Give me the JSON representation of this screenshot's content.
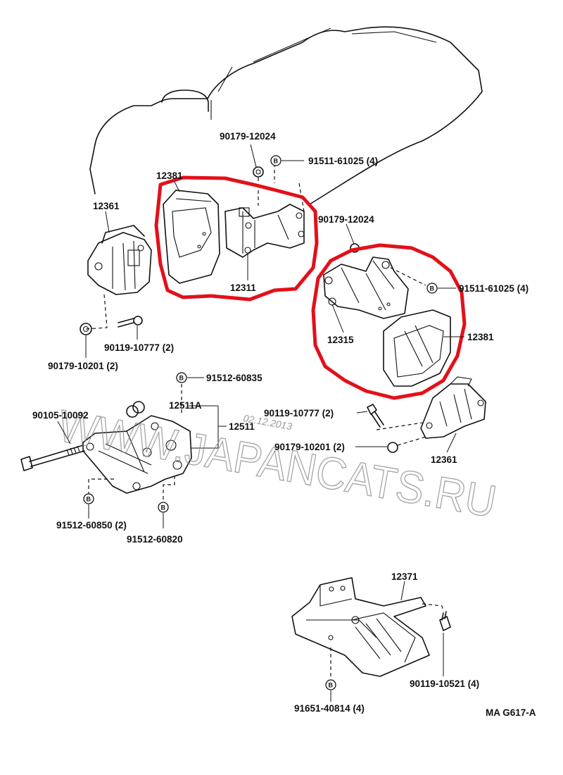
{
  "diagram": {
    "labels": {
      "p12381_top": "12381",
      "p12361_left": "12361",
      "p90179_12024_a": "90179-12024",
      "p91511_a": "91511-61025 (4)",
      "p12311": "12311",
      "p90179_12024_b": "90179-12024",
      "p91511_b": "91511-61025 (4)",
      "p12315": "12315",
      "p12381_right": "12381",
      "p90119_10777_left": "90119-10777 (2)",
      "p90179_10201_left": "90179-10201 (2)",
      "p91512_60835": "91512-60835",
      "p90105_10092": "90105-10092",
      "p12511A": "12511A",
      "p12511": "12511",
      "p90119_10777_right": "90119-10777 (2)",
      "p90179_10201_right": "90179-10201 (2)",
      "p12361_right": "12361",
      "p91512_60850": "91512-60850 (2)",
      "p91512_60820": "91512-60820",
      "p12371": "12371",
      "p90119_10521": "90119-10521 (4)",
      "p91651_40814": "91651-40814 (4)",
      "figure_code": "MA G617-A"
    },
    "bolt_mark": "B",
    "watermark": {
      "text": "WWW.JAPANCATS.RU",
      "date": "02.12.2013"
    },
    "highlight_color": "#e3101a"
  }
}
